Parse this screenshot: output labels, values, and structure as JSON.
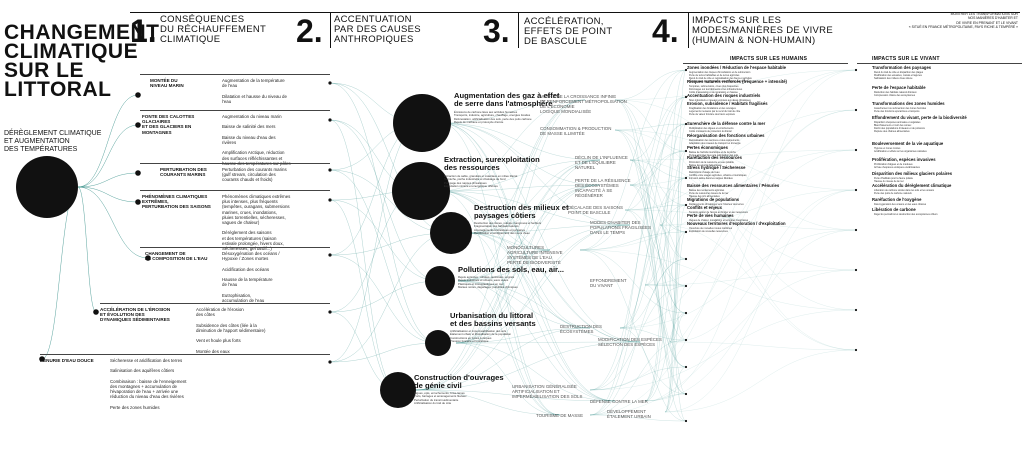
{
  "title": "CHANGEMENT\nCLIMATIQUE\nSUR LE\nLITTORAL",
  "steps": [
    {
      "num": "1.",
      "label": "CONSÉQUENCES\nDU RÉCHAUFFEMENT\nCLIMATIQUE"
    },
    {
      "num": "2.",
      "label": "ACCENTUATION\nPAR DES CAUSES\nANTHROPIQUES"
    },
    {
      "num": "3.",
      "label": "ACCÉLÉRATION,\nEFFETS DE POINT\nDE BASCULE"
    },
    {
      "num": "4.",
      "label": "IMPACTS SUR LES\nMODES/MANIÈRES DE VIVRE\n(HUMAIN & NON-HUMAIN)"
    }
  ],
  "corner_note": "MONTRER LES TRANSFORMATIONS SUR\nNOS MANIÈRES D'HABITER ET\nDE VIVRE EN PRENANT ET LE VIVANT\n« SITUÉ EN FRANCE MÉTROPOLITAINE, PAYS RICHE & TEMPÉRÉ »",
  "root": "DÉRÈGLEMENT CLIMATIQUE\nET AUGMENTATION\nDES TEMPÉRATURES",
  "categories": [
    {
      "label": "MONTÉE DU\nNIVEAU MARIN",
      "items": "Augmentation de la température\nde l'eau\n\nDilatation et hausse du niveau de\nl'eau"
    },
    {
      "label": "FONTE DES CALOTTES GLACIAIRES\nET DES GLACIERS EN MONTAGNES",
      "items": "Augmentation du niveau marin\n\nBaisse de salinité des mers\n\nBaisse du niveau d'eau des\nrivières\n\nAmplification Arctique, réduction\ndes surfaces réfléchissantes et\nhausse des températures sur pôles"
    },
    {
      "label": "PERTURBATION DES\nCOURANTS MARINS",
      "items": "Perturbation des courants marins\n(gulf stream, circulation des\ncourants chauds et froids)"
    },
    {
      "label": "PHÉNOMÈNES CLIMATIQUES EXTRÊMES,\nPERTURBATION DES SAISONS",
      "items": "Phénomènes climatiques extrêmes\nplus intenses, plus fréquents\n(tempêtes, ouragans, submersions\nmarines, crues, inondations,\npluies torrentielles, sécheresses,\nvagues de chaleur)\n\nDérèglement des saisons\net des températures (saison\nestivale prolongée, hivers doux,\nSécheresses, gel tardif...)"
    },
    {
      "label": "CHANGEMENT DE\nLA COMPOSITION DE L'EAU",
      "items": "Désoxygénation des océans /\nHypoxie / Zones mortes\n\nAcidification des océans\n\nHausse de la température\nde l'eau\n\nEutrophisation,\naccumulation de l'eau"
    },
    {
      "label": "ACCÉLÉRATION DE L'ÉROSION\nET ÉVOLUTION DES\nDYNAMIQUES SÉDIMENTAIRES",
      "items": "Accélération de l'érosion\ndes côtes\n\nSubsidence des côtes (liée à la\ndiminution de l'apport sédimentaire)\n\nVent et houle plus forts\n\nMontée des eaux"
    },
    {
      "label": "PÉNURIE D'EAU DOUCE",
      "items": "Sécheresse et aridification des terres\n\nSalinisation des aquifères côtiers\n\nCombinaison : baisse de l'enneigement\ndes montagnes + accumulation de\nl'évaporation de l'eau + arrivée une\nréduction du niveau d'eau des rivières\n\nPerte des zones humides"
    }
  ],
  "causes": [
    {
      "title": "Augmentation des gaz à effet\nde serre dans l'atmosphère",
      "desc": "Émissions de carbone liées aux activités humaines\nTransports, industrie, agriculture, chauffage, énergies fossiles\nDéforestation, artificialisation des sols, perte des puits carbone\nRejets de méthane et protoxyde d'azote"
    },
    {
      "title": "Extraction, surexploitation\ndes ressources",
      "desc": "Extraction de sable, granulats et matériaux en milieu littoral\nSurpêche, pêche industrielle et chalutage de fond\nPompage des nappes phréatiques\nExploitation minière et énergétique offshore"
    },
    {
      "title": "Destruction des milieux et\npaysages côtiers",
      "desc": "Destruction des dunes, marais, mangroves et herbiers\nFragmentation des habitats naturels\nAménagements touristiques et portuaires\nRectification et endiguement des cours d'eau"
    },
    {
      "title": "Pollutions des sols, eau, air...",
      "desc": "Rejets agricoles : nitrates, pesticides, engrais\nRejets industriels et urbains, eaux usées\nPlastiques et microplastiques en mer\nMarées noires, dégazages, pollutions chimiques"
    },
    {
      "title": "Urbanisation du littoral\net des bassins versants",
      "desc": "Artificialisation et imperméabilisation des sols\nÉtalement urbain et littoralisation de la population\nConstructions en zones à risques\nPression foncière et touristique"
    },
    {
      "title": "Construction d'ouvrages\nde génie civil",
      "desc": "Digues, épis, enrochements, brise-lames\nPorts, barrages et aménagements fluviaux\nPerturbation du transit sédimentaire\nArtificialisation du trait de côte"
    }
  ],
  "accelerations": [
    "MYTHE DE LA CROISSANCE INFINIE\nET RENFORCEMENT MÉTROPOLISATION\nDE L'ÉCONOMIE\nLOGIQUE MONDIALISÉE",
    "CONSOMMATION & PRODUCTION\nDE MASSE ILLIMITÉE",
    "DÉCLIN DE L'INFLUENCE\nET DE L'ÉQUILIBRE\nNATUREL",
    "PERTE DE LA RÉSILIENCE\nDES ÉCOSYSTÈMES\nINCAPACITÉ À SE\nRÉGÉNÉRER",
    "DÉCALAGE DES SAISONS\nPOINT DE BASCULE",
    "MODES D'HABITER DES\nPOPULATIONS FRAGILISÉES\nDANS LE TEMPS",
    "MONOCULTURES\nAGRICULTURE INTENSIVE\nSYSTÈMES DE L'EAU\nPERTE DE BIODIVERSITÉ",
    "EFFONDREMENT\nDU VIVANT",
    "DESTRUCTION DES\nÉCOSYSTÈMES",
    "MODIFICATION DES ESPÈCES\nSÉLECTION DES ESPÈCES",
    "URBANISATION GÉNÉRALISÉE\nARTIFICIALISATION ET\nIMPERMÉABILISATION DES SOLS",
    "TOURISME DE MASSE",
    "DÉFENSE CONTRE LA MER",
    "DÉVELOPPEMENT\nÉTALEMENT URBAIN"
  ],
  "impacts_humans": {
    "head": "IMPACTS SUR LES HUMAINS",
    "sections": [
      {
        "title": "Zones inondées / Réduction de l'espace habitable",
        "body": "Augmentation des risques d'inondations et de submersion\nPerte de terres habitables et de terres agricoles\nRecul du trait de côte et relocalisation des biens et activités\nDéplacement des populations vers l'intérieur des terres"
      },
      {
        "title": "Risques naturels renforcés (fréquence + intensité)",
        "body": "Tempêtes, submersions, crues plus fréquentes\nDommages sur les bâtiments et les infrastructures\nCoûts d'assurance et de réparation en hausse"
      },
      {
        "title": "Accentuation des risques industriels",
        "body": "Sites industriels et réseaux exposés aux aléas climatiques"
      },
      {
        "title": "Erosion, subsidence / Habitats fragilisés",
        "body": "Fragilisation des fondations et des ouvrages\nLogements menacés par le recul du trait de côte\nPerte de valeur foncière des biens exposés"
      },
      {
        "title": "Surenchère de la défense contre la mer",
        "body": "Multiplication des digues et enrochements\nCoûts croissants de protection du littoral"
      },
      {
        "title": "Réorganisation des fonctions urbaines",
        "body": "Relocalisation des services et des équipements\nAdaptation des réseaux de transport et d'énergie"
      },
      {
        "title": "Pertes économiques",
        "body": "Baisse de l'activité touristique et de la pêche\nPertes agricoles liées à la salinisation des sols"
      },
      {
        "title": "Raréfaction des ressources",
        "body": "Diminution de la ressource en eau potable\nBaisse des stocks halieutiques"
      },
      {
        "title": "Stress hydrique / Sécheresse",
        "body": "Restrictions d'usage de l'eau\nConflits entre usages agricoles, urbains et touristiques\nIntrusion saline dans les nappes littorales"
      },
      {
        "title": "Baisse des ressources alimentaires / Pénuries",
        "body": "Baisse des rendements agricoles\nPerte de ressources issues de la mer\nHausse des prix alimentaires"
      },
      {
        "title": "Migrations de populations",
        "body": "Déplacements climatiques vers l'intérieur des terres"
      },
      {
        "title": "Conflits et enjeux",
        "body": "Tensions autour de l'accès au foncier et aux ressources"
      },
      {
        "title": "Perte de vies humaines",
        "body": "Vagues de chaleur, inondations et tempêtes meurtrières"
      },
      {
        "title": "Nouveaux territoires d'exploration / d'exploitation",
        "body": "Ouverture de nouvelles routes maritimes\nExploitation de nouvelles ressources"
      }
    ]
  },
  "impacts_living": {
    "head": "IMPACTS SUR LE VIVANT",
    "sections": [
      {
        "title": "Transformation des paysages",
        "body": "Recul du trait de côte et disparition des plages\nModification des estuaires, marais et lagunes\nSalinisation des milieux d'eau douce"
      },
      {
        "title": "Perte de l'espace habitable",
        "body": "Réduction des habitats naturels littoraux\nCompression côtière des écosystèmes"
      },
      {
        "title": "Transformations des zones humides",
        "body": "Assèchement ou submersion des zones humides\nPerte des fonctions épuratrices et tampons"
      },
      {
        "title": "Effondrement du vivant, perte de la biodiversité",
        "body": "Disparition d'espèces animales et végétales\nBlanchissement et mort des coraux\nDéclin des populations d'oiseaux et de poissons\nRupture des chaînes alimentaires"
      },
      {
        "title": "Bouleversement de la vie aquatique",
        "body": "Hypoxie et zones mortes\nAcidification et effets sur les organismes calcaires"
      },
      {
        "title": "Prolifération, espèces invasives",
        "body": "Prolifération d'algues et de méduses\nArrivée d'espèces exotiques envahissantes"
      },
      {
        "title": "Disparition des milieux glaciers polaires",
        "body": "Perte d'habitats pour la faune polaire\nHausse du niveau de la mer"
      },
      {
        "title": "Accélération du dérèglement climatique",
        "body": "Libération de carbone stocké dans les sols et les océans\nPerte des puits de carbone naturels"
      },
      {
        "title": "Raréfaction de l'oxygène",
        "body": "Désoxygénation des océans et des eaux côtières"
      },
      {
        "title": "Libération de carbone",
        "body": "Dégel du permafrost et destruction des écosystèmes côtiers"
      }
    ]
  }
}
